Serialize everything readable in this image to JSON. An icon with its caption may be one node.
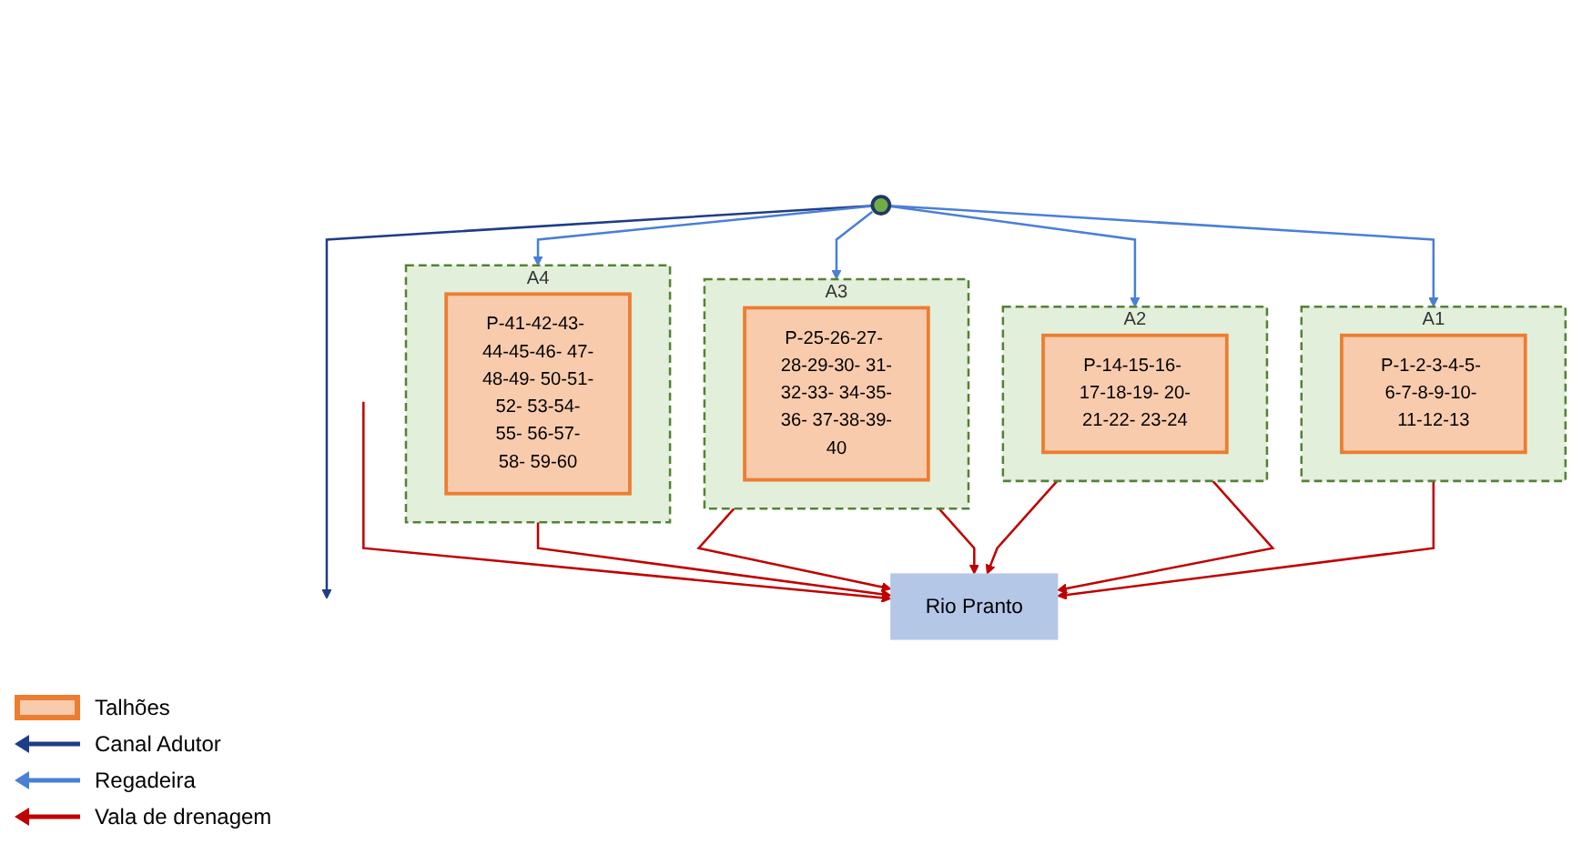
{
  "diagram": {
    "nodes": [
      {
        "text": [],
        "shape": "circle"
      },
      {
        "text": [
          "A4"
        ]
      },
      {
        "text": [
          "P-41-42-43- 44-45-46- 47-48-49- 50-51-52- 53-54-55- 56-57-58- 59-60"
        ],
        "in": 1
      },
      {
        "text": [
          "A3"
        ]
      },
      {
        "text": [
          "P-25-26-27- 28-29-30- 31-32-33- 34-35-36- 37-38-39-40"
        ],
        "in": 3
      },
      {
        "text": [
          "A2"
        ]
      },
      {
        "text": [
          "P-14-15-16- 17-18-19- 20-21-22- 23-24"
        ],
        "in": 5
      },
      {
        "text": [
          "A1"
        ]
      },
      {
        "text": [
          "P-1-2-3-4-5- 6-7-8-9-10- 11-12-13"
        ],
        "in": 7
      },
      {
        "text": [
          "Rio Pranto"
        ]
      }
    ],
    "edges": [
      {
        "from": 0,
        "to": null,
        "arrow": "to",
        "color": "#1f3c88"
      },
      {
        "from": 0,
        "to": 1,
        "arrow": "to",
        "color": "#4a7fd6"
      },
      {
        "from": 0,
        "to": 3,
        "arrow": "to",
        "color": "#4a7fd6"
      },
      {
        "from": 0,
        "to": 5,
        "arrow": "to",
        "color": "#4a7fd6"
      },
      {
        "from": 0,
        "to": 7,
        "arrow": "to",
        "color": "#4a7fd6"
      },
      {
        "from": null,
        "to": 9,
        "arrow": "to"
      },
      {
        "from": 1,
        "to": 9,
        "arrow": "to"
      },
      {
        "from": 3,
        "to": 9,
        "arrow": "to"
      },
      {
        "from": 3,
        "to": 9,
        "arrow": "to"
      },
      {
        "from": 5,
        "to": 9,
        "arrow": "to"
      },
      {
        "from": 5,
        "to": 9,
        "arrow": "to"
      },
      {
        "from": 7,
        "to": 9,
        "arrow": "to"
      }
    ],
    "legend": [
      {
        "text": "Talhões",
        "color": "#f8cbad"
      },
      {
        "text": "Canal Adutor"
      },
      {
        "text": "Regadeira"
      },
      {
        "text": "Vala de drenagem"
      }
    ]
  }
}
